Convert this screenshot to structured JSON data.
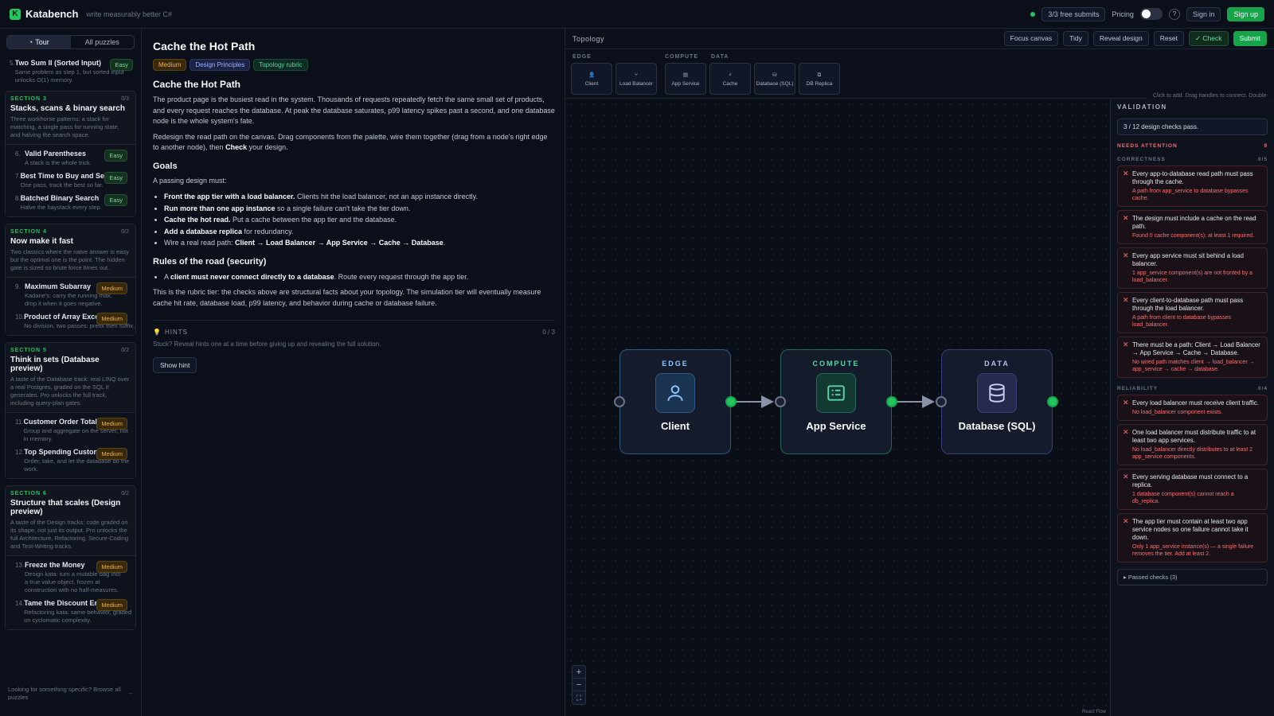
{
  "app": {
    "name": "Katabench",
    "tagline": "write measurably better C#",
    "logo_letter": "K"
  },
  "topbar": {
    "submits": "3/3 free submits",
    "pricing": "Pricing",
    "sign_in": "Sign in",
    "sign_up": "Sign up"
  },
  "sidebar": {
    "tabs": [
      "Tour",
      "All puzzles"
    ],
    "top_item": {
      "num": "5.",
      "title": "Two Sum II (Sorted Input)",
      "desc": "Same problem as step 1, but sorted input unlocks O(1) memory.",
      "badge": "Easy"
    },
    "sections": [
      {
        "label": "SECTION 3",
        "count": "0/3",
        "title": "Stacks, scans & binary search",
        "desc": "Three workhorse patterns: a stack for matching, a single pass for running state, and halving the search space.",
        "items": [
          {
            "num": "6.",
            "title": "Valid Parentheses",
            "desc": "A stack is the whole trick.",
            "badge": "Easy"
          },
          {
            "num": "7.",
            "title": "Best Time to Buy and Sell ...",
            "desc": "One pass, track the best so far.",
            "badge": "Easy"
          },
          {
            "num": "8.",
            "title": "Batched Binary Search",
            "desc": "Halve the haystack every step.",
            "badge": "Easy"
          }
        ]
      },
      {
        "label": "SECTION 4",
        "count": "0/2",
        "title": "Now make it fast",
        "desc": "Two classics where the naive answer is easy but the optimal one is the point. The hidden gate is sized so brute force times out.",
        "items": [
          {
            "num": "9.",
            "title": "Maximum Subarray",
            "desc": "Kadane's: carry the running max, drop it when it goes negative.",
            "badge": "Medium"
          },
          {
            "num": "10.",
            "title": "Product of Array Exce...",
            "desc": "No division, two passes: prefix then suffix.",
            "badge": "Medium"
          }
        ]
      },
      {
        "label": "SECTION 5",
        "count": "0/2",
        "title": "Think in sets (Database preview)",
        "desc": "A taste of the Database track: real LINQ over a real Postgres, graded on the SQL it generates. Pro unlocks the full track, including query-plan gates.",
        "items": [
          {
            "num": "11.",
            "title": "Customer Order Totals",
            "desc": "Group and aggregate on the server, not in memory.",
            "badge": "Medium"
          },
          {
            "num": "12.",
            "title": "Top Spending Custom...",
            "desc": "Order, take, and let the database do the work.",
            "badge": "Medium"
          }
        ]
      },
      {
        "label": "SECTION 6",
        "count": "0/2",
        "title": "Structure that scales (Design preview)",
        "desc": "A taste of the Design tracks: code graded on its shape, not just its output. Pro unlocks the full Architecture, Refactoring, Secure-Coding and Test-Writing tracks.",
        "items": [
          {
            "num": "13.",
            "title": "Freeze the Money",
            "desc": "Design kata: turn a mutable bag into a true value object, frozen at construction with no half-measures.",
            "badge": "Medium"
          },
          {
            "num": "14.",
            "title": "Tame the Discount En...",
            "desc": "Refactoring kata: same behavior, graded on cyclomatic complexity.",
            "badge": "Medium"
          }
        ]
      }
    ],
    "footer": "Looking for something specific? Browse all puzzles",
    "footer_arrow": "→"
  },
  "content": {
    "title": "Cache the Hot Path",
    "tags": [
      "Medium",
      "Design Principles",
      "Topology rubric"
    ],
    "heading": "Cache the Hot Path",
    "intro": "The product page is the busiest read in the system. Thousands of requests repeatedly fetch the same small set of products, and every request reaches the database. At peak the database saturates, p99 latency spikes past a second, and one database node is the whole system's fate.",
    "redesign_pre": "Redesign the read path on the canvas. Drag components from the palette, wire them together (drag from a node's right edge to another node), then ",
    "redesign_bold": "Check",
    "redesign_post": " your design.",
    "goals_heading": "Goals",
    "goals_intro": "A passing design must:",
    "goals": [
      {
        "b": "Front the app tier with a load balancer.",
        "t": " Clients hit the load balancer, not an app instance directly."
      },
      {
        "b": "Run more than one app instance",
        "t": " so a single failure can't take the tier down."
      },
      {
        "b": "Cache the hot read.",
        "t": " Put a cache between the app tier and the database."
      },
      {
        "b": "Add a database replica",
        "t": " for redundancy."
      }
    ],
    "path_pre": "Wire a real read path: ",
    "path_bold": "Client → Load Balancer → App Service → Cache → Database",
    "path_post": ".",
    "rules_heading": "Rules of the road (security)",
    "rules_pre": "A ",
    "rules_bold": "client must never connect directly to a database",
    "rules_post": ". Route every request through the app tier.",
    "rubric": "This is the rubric tier: the checks above are structural facts about your topology. The simulation tier will eventually measure cache hit rate, database load, p99 latency, and behavior during cache or database failure.",
    "hints_label": "HINTS",
    "hints_count": "0 / 3",
    "hints_desc": "Stuck? Reveal hints one at a time before giving up and revealing the full solution.",
    "show_hint": "Show hint"
  },
  "topology": {
    "title": "Topology",
    "buttons": [
      "Focus canvas",
      "Tidy",
      "Reveal design",
      "Reset"
    ],
    "check": "✓ Check",
    "submit": "Submit",
    "palette_groups": [
      "EDGE",
      "COMPUTE",
      "DATA"
    ],
    "palette": [
      {
        "label": "Client",
        "icon": "user-icon",
        "glyph": "👤"
      },
      {
        "label": "Load Balancer",
        "icon": "share-icon",
        "glyph": "⑂"
      },
      {
        "label": "App Service",
        "icon": "list-icon",
        "glyph": "▤"
      },
      {
        "label": "Cache",
        "icon": "bolt-icon",
        "glyph": "⚡"
      },
      {
        "label": "Database (SQL)",
        "icon": "database-icon",
        "glyph": "⛁"
      },
      {
        "label": "DB Replica",
        "icon": "copy-icon",
        "glyph": "⧉"
      }
    ],
    "palette_hint": "Click to add. Drag handles to connect. Double-click a connection to remove it.",
    "nodes": [
      {
        "tag": "EDGE",
        "label": "Client",
        "icon": "user-icon",
        "color": "#8fc4ff"
      },
      {
        "tag": "COMPUTE",
        "label": "App Service",
        "icon": "list-icon",
        "color": "#5fd1a8"
      },
      {
        "tag": "DATA",
        "label": "Database (SQL)",
        "icon": "database-icon",
        "color": "#b7bdf5"
      }
    ],
    "zoom": [
      "+",
      "−",
      "⛶"
    ],
    "attribution": "React Flow"
  },
  "validation": {
    "title": "VALIDATION",
    "summary": "3 / 12 design checks pass.",
    "needs_attention": "NEEDS ATTENTION",
    "needs_count": "9",
    "categories": [
      {
        "name": "CORRECTNESS",
        "count": "0/5",
        "checks": [
          {
            "main": "Every app-to-database read path must pass through the cache.",
            "detail": "A path from app_service to database bypasses cache."
          },
          {
            "main": "The design must include a cache on the read path.",
            "detail": "Found 0 cache component(s); at least 1 required."
          },
          {
            "main": "Every app service must sit behind a load balancer.",
            "detail": "1 app_service component(s) are not fronted by a load_balancer."
          },
          {
            "main": "Every client-to-database path must pass through the load balancer.",
            "detail": "A path from client to database bypasses load_balancer."
          },
          {
            "main": "There must be a path: Client → Load Balancer → App Service → Cache → Database.",
            "detail": "No wired path matches client → load_balancer → app_service → cache → database."
          }
        ]
      },
      {
        "name": "RELIABILITY",
        "count": "0/4",
        "checks": [
          {
            "main": "Every load balancer must receive client traffic.",
            "detail": "No load_balancer component exists."
          },
          {
            "main": "One load balancer must distribute traffic to at least two app services.",
            "detail": "No load_balancer directly distributes to at least 2 app_service components."
          },
          {
            "main": "Every serving database must connect to a replica.",
            "detail": "1 database component(s) cannot reach a db_replica."
          },
          {
            "main": "The app tier must contain at least two app service nodes so one failure cannot take it down.",
            "detail": "Only 1 app_service instance(s) — a single failure removes the tier. Add at least 2."
          }
        ]
      }
    ],
    "passed": "▸ Passed checks (3)"
  }
}
